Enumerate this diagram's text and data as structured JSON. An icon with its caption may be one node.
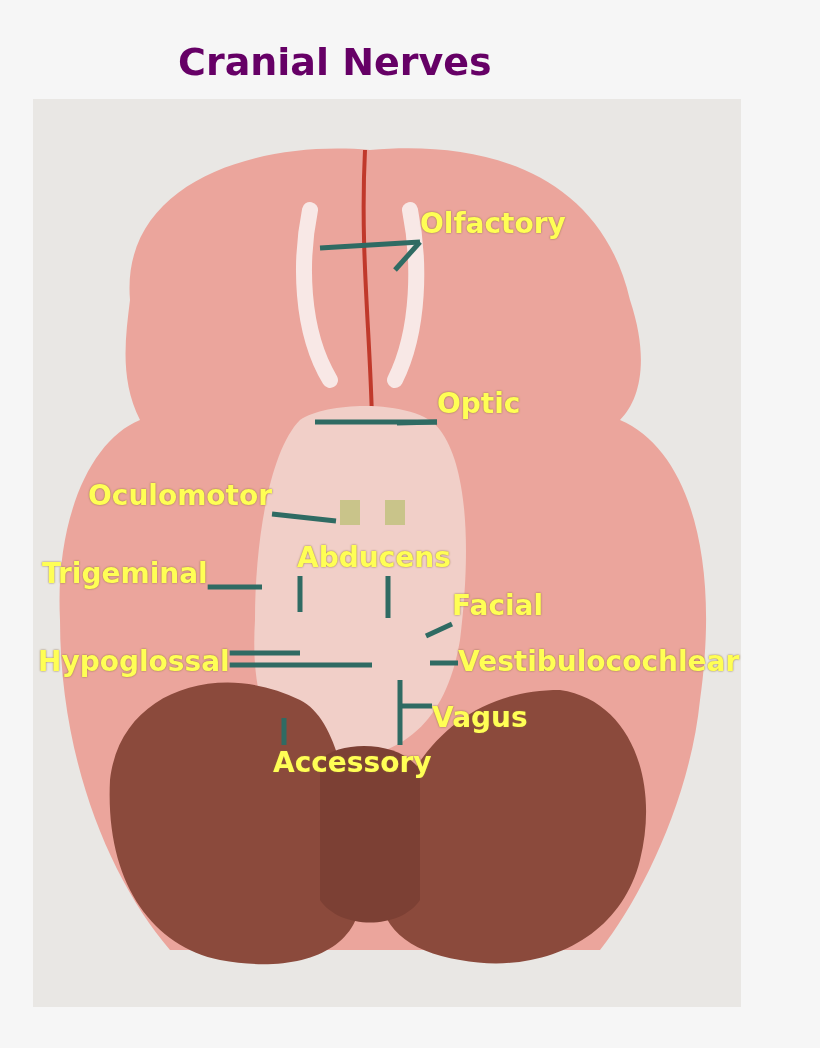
{
  "diagram": {
    "title": "Cranial Nerves",
    "nodes": [
      {
        "text": [
          "Olfactory"
        ]
      },
      {
        "text": [
          "Optic"
        ]
      },
      {
        "text": [
          "Oculomotor"
        ]
      },
      {
        "text": [
          "Abducens"
        ]
      },
      {
        "text": [
          "Trigeminal"
        ]
      },
      {
        "text": [
          "Facial"
        ]
      },
      {
        "text": [
          "Hypoglossal"
        ]
      },
      {
        "text": [
          "Vestibulocochlear"
        ]
      },
      {
        "text": [
          "Vagus"
        ]
      },
      {
        "text": [
          "Accessory"
        ]
      }
    ],
    "edges": [
      {
        "from": 0,
        "to": null,
        "arrow": "none"
      },
      {
        "from": 0,
        "to": null,
        "arrow": "none"
      },
      {
        "from": 1,
        "to": null,
        "arrow": "none"
      },
      {
        "from": 1,
        "to": null,
        "arrow": "none"
      },
      {
        "from": 2,
        "to": null,
        "arrow": "none"
      },
      {
        "from": 3,
        "to": null,
        "arrow": "none"
      },
      {
        "from": 3,
        "to": null,
        "arrow": "none"
      },
      {
        "from": 4,
        "to": null,
        "arrow": "none"
      },
      {
        "from": 5,
        "to": null,
        "arrow": "none"
      },
      {
        "from": 6,
        "to": null,
        "arrow": "none"
      },
      {
        "from": 6,
        "to": null,
        "arrow": "none"
      },
      {
        "from": 7,
        "to": null,
        "arrow": "none"
      },
      {
        "from": 8,
        "to": null,
        "arrow": "none"
      },
      {
        "from": 9,
        "to": null,
        "arrow": "none"
      },
      {
        "from": 9,
        "to": null,
        "arrow": "none"
      }
    ]
  }
}
